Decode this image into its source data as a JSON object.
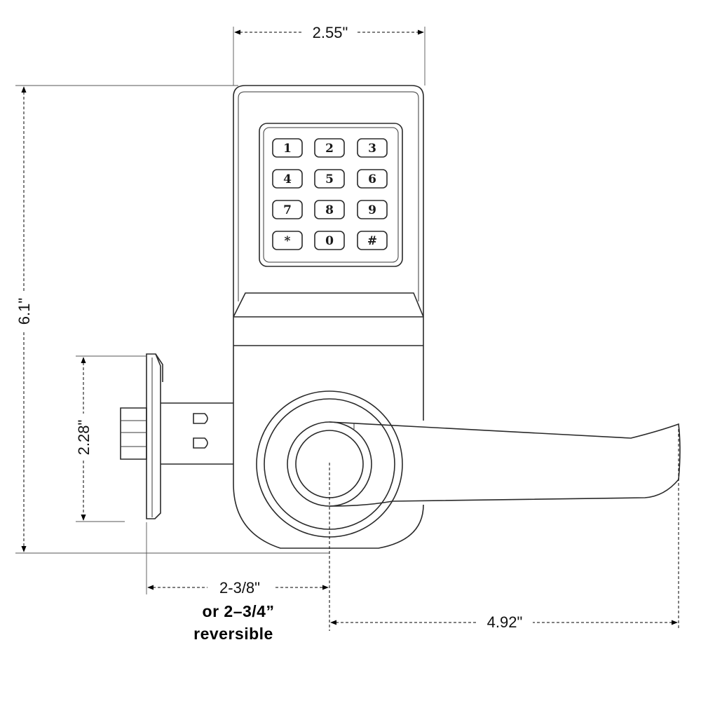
{
  "dimensions": {
    "width_top": "2.55\"",
    "height_total": "6.1\"",
    "rose_height": "2.28\"",
    "backset": "2-3/8\"",
    "lever_length": "4.92\""
  },
  "backset_note": {
    "line1": "or 2–3/4”",
    "line2": "reversible"
  },
  "keypad": {
    "keys": [
      "1",
      "2",
      "3",
      "4",
      "5",
      "6",
      "7",
      "8",
      "9",
      "*",
      "0",
      "#"
    ]
  }
}
